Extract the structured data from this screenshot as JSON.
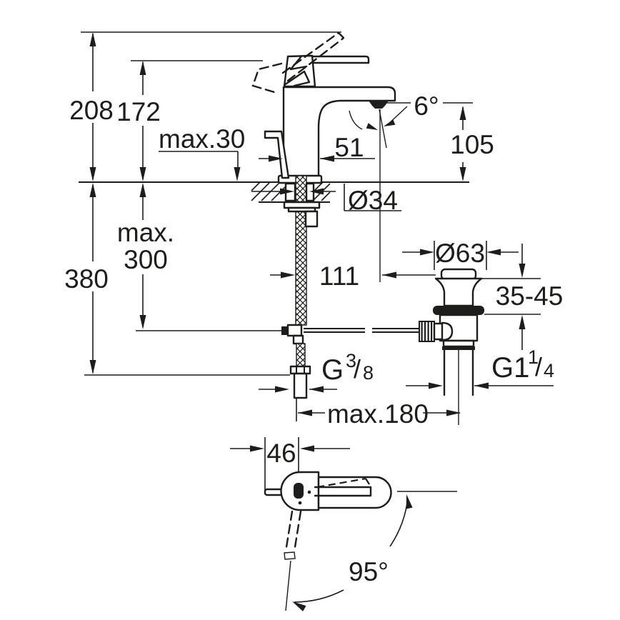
{
  "page": {
    "background": "#ffffff",
    "line_color": "#1d1d1b"
  },
  "diagram": {
    "type": "technical-dimension-drawing",
    "subject": "single-lever basin mixer faucet with pop-up waste: side installation section view and top view with swivel range"
  },
  "labels": {
    "total_height": "208",
    "handle_height": "172",
    "max_mounting": "max.30",
    "body_depth": "51",
    "spray_angle": "6°",
    "spout_height": "105",
    "hole_diameter": "Ø34",
    "hose_max_word": "max.",
    "hose_max_value": "300",
    "below_total": "380",
    "spout_reach": "111",
    "waste_diameter": "Ø63",
    "waste_range": "35-45",
    "supply_thread_g": "G",
    "supply_thread_num": "3",
    "supply_thread_slash": "/",
    "supply_thread_den": "8",
    "waste_thread_g": "G1",
    "waste_thread_num": "1",
    "waste_thread_slash": "/",
    "waste_thread_den": "4",
    "rod_distance": "max.180",
    "body_width": "46",
    "swivel_angle": "95°"
  }
}
